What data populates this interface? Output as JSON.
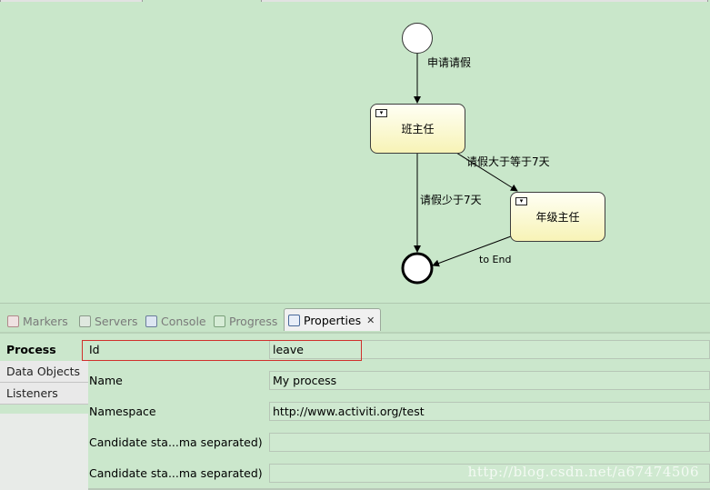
{
  "diagram": {
    "tasks": [
      {
        "id": "task1",
        "label": "班主任"
      },
      {
        "id": "task2",
        "label": "年级主任"
      }
    ],
    "flows": [
      {
        "id": "flow-apply",
        "label": "申请请假"
      },
      {
        "id": "flow-ge7",
        "label": "请假大于等于7天"
      },
      {
        "id": "flow-lt7",
        "label": "请假少于7天"
      },
      {
        "id": "flow-end",
        "label": "to End"
      }
    ]
  },
  "tabs": [
    {
      "label": "Markers",
      "icon": "markers-icon",
      "active": false
    },
    {
      "label": "Servers",
      "icon": "servers-icon",
      "active": false
    },
    {
      "label": "Console",
      "icon": "console-icon",
      "active": false
    },
    {
      "label": "Progress",
      "icon": "progress-icon",
      "active": false
    },
    {
      "label": "Properties",
      "icon": "properties-icon",
      "active": true,
      "close": "✕"
    }
  ],
  "sidenav": [
    {
      "label": "Process",
      "selected": true
    },
    {
      "label": "Data Objects",
      "selected": false
    },
    {
      "label": "Listeners",
      "selected": false
    }
  ],
  "properties": [
    {
      "label": "Id",
      "value": "leave"
    },
    {
      "label": "Name",
      "value": "My process"
    },
    {
      "label": "Namespace",
      "value": "http://www.activiti.org/test"
    },
    {
      "label": "Candidate sta...ma separated)",
      "value": ""
    },
    {
      "label": "Candidate sta...ma separated)",
      "value": ""
    }
  ],
  "watermark": "http://blog.csdn.net/a67474506",
  "colors": {
    "canvas": "#c9e7ca",
    "task_fill": "#f7f3b6",
    "highlight": "#d0302c"
  }
}
